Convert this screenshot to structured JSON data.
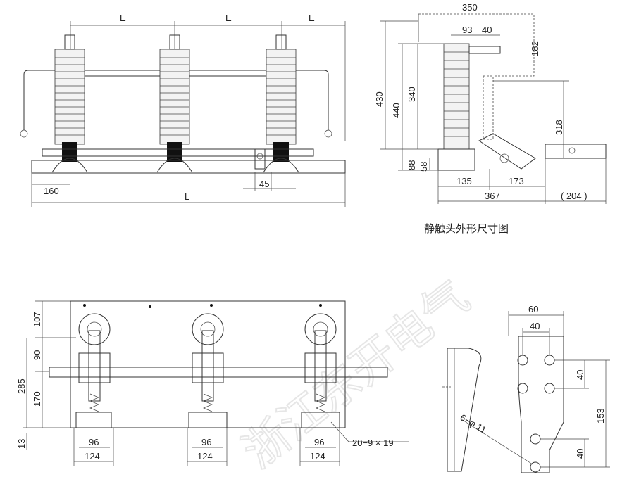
{
  "watermark": "浙江东开电气",
  "front_view": {
    "dims": {
      "e1": "E",
      "e2": "E",
      "e3": "E",
      "d160": "160",
      "d45": "45",
      "L": "L"
    }
  },
  "static_contact": {
    "caption": "静触头外形尺寸图",
    "dims": {
      "d350": "350",
      "d93": "93",
      "d40": "40",
      "d182": "182",
      "d430": "430",
      "d440": "440",
      "d340": "340",
      "d318": "318",
      "d88": "88",
      "d58": "58",
      "d135": "135",
      "d173": "173",
      "d367": "367",
      "d204": "( 204 )"
    }
  },
  "top_view": {
    "dims": {
      "d107": "107",
      "d90": "90",
      "d285": "285",
      "d170": "170",
      "d13": "13",
      "d96a": "96",
      "d124a": "124",
      "d96b": "96",
      "d124b": "124",
      "d96c": "96",
      "d124c": "124",
      "holes": "20−9 × 19"
    }
  },
  "contact_plate": {
    "dims": {
      "d60": "60",
      "d40top": "40",
      "d40a": "40",
      "d153": "153",
      "d40b": "40",
      "holes": "6−φ 11"
    }
  }
}
